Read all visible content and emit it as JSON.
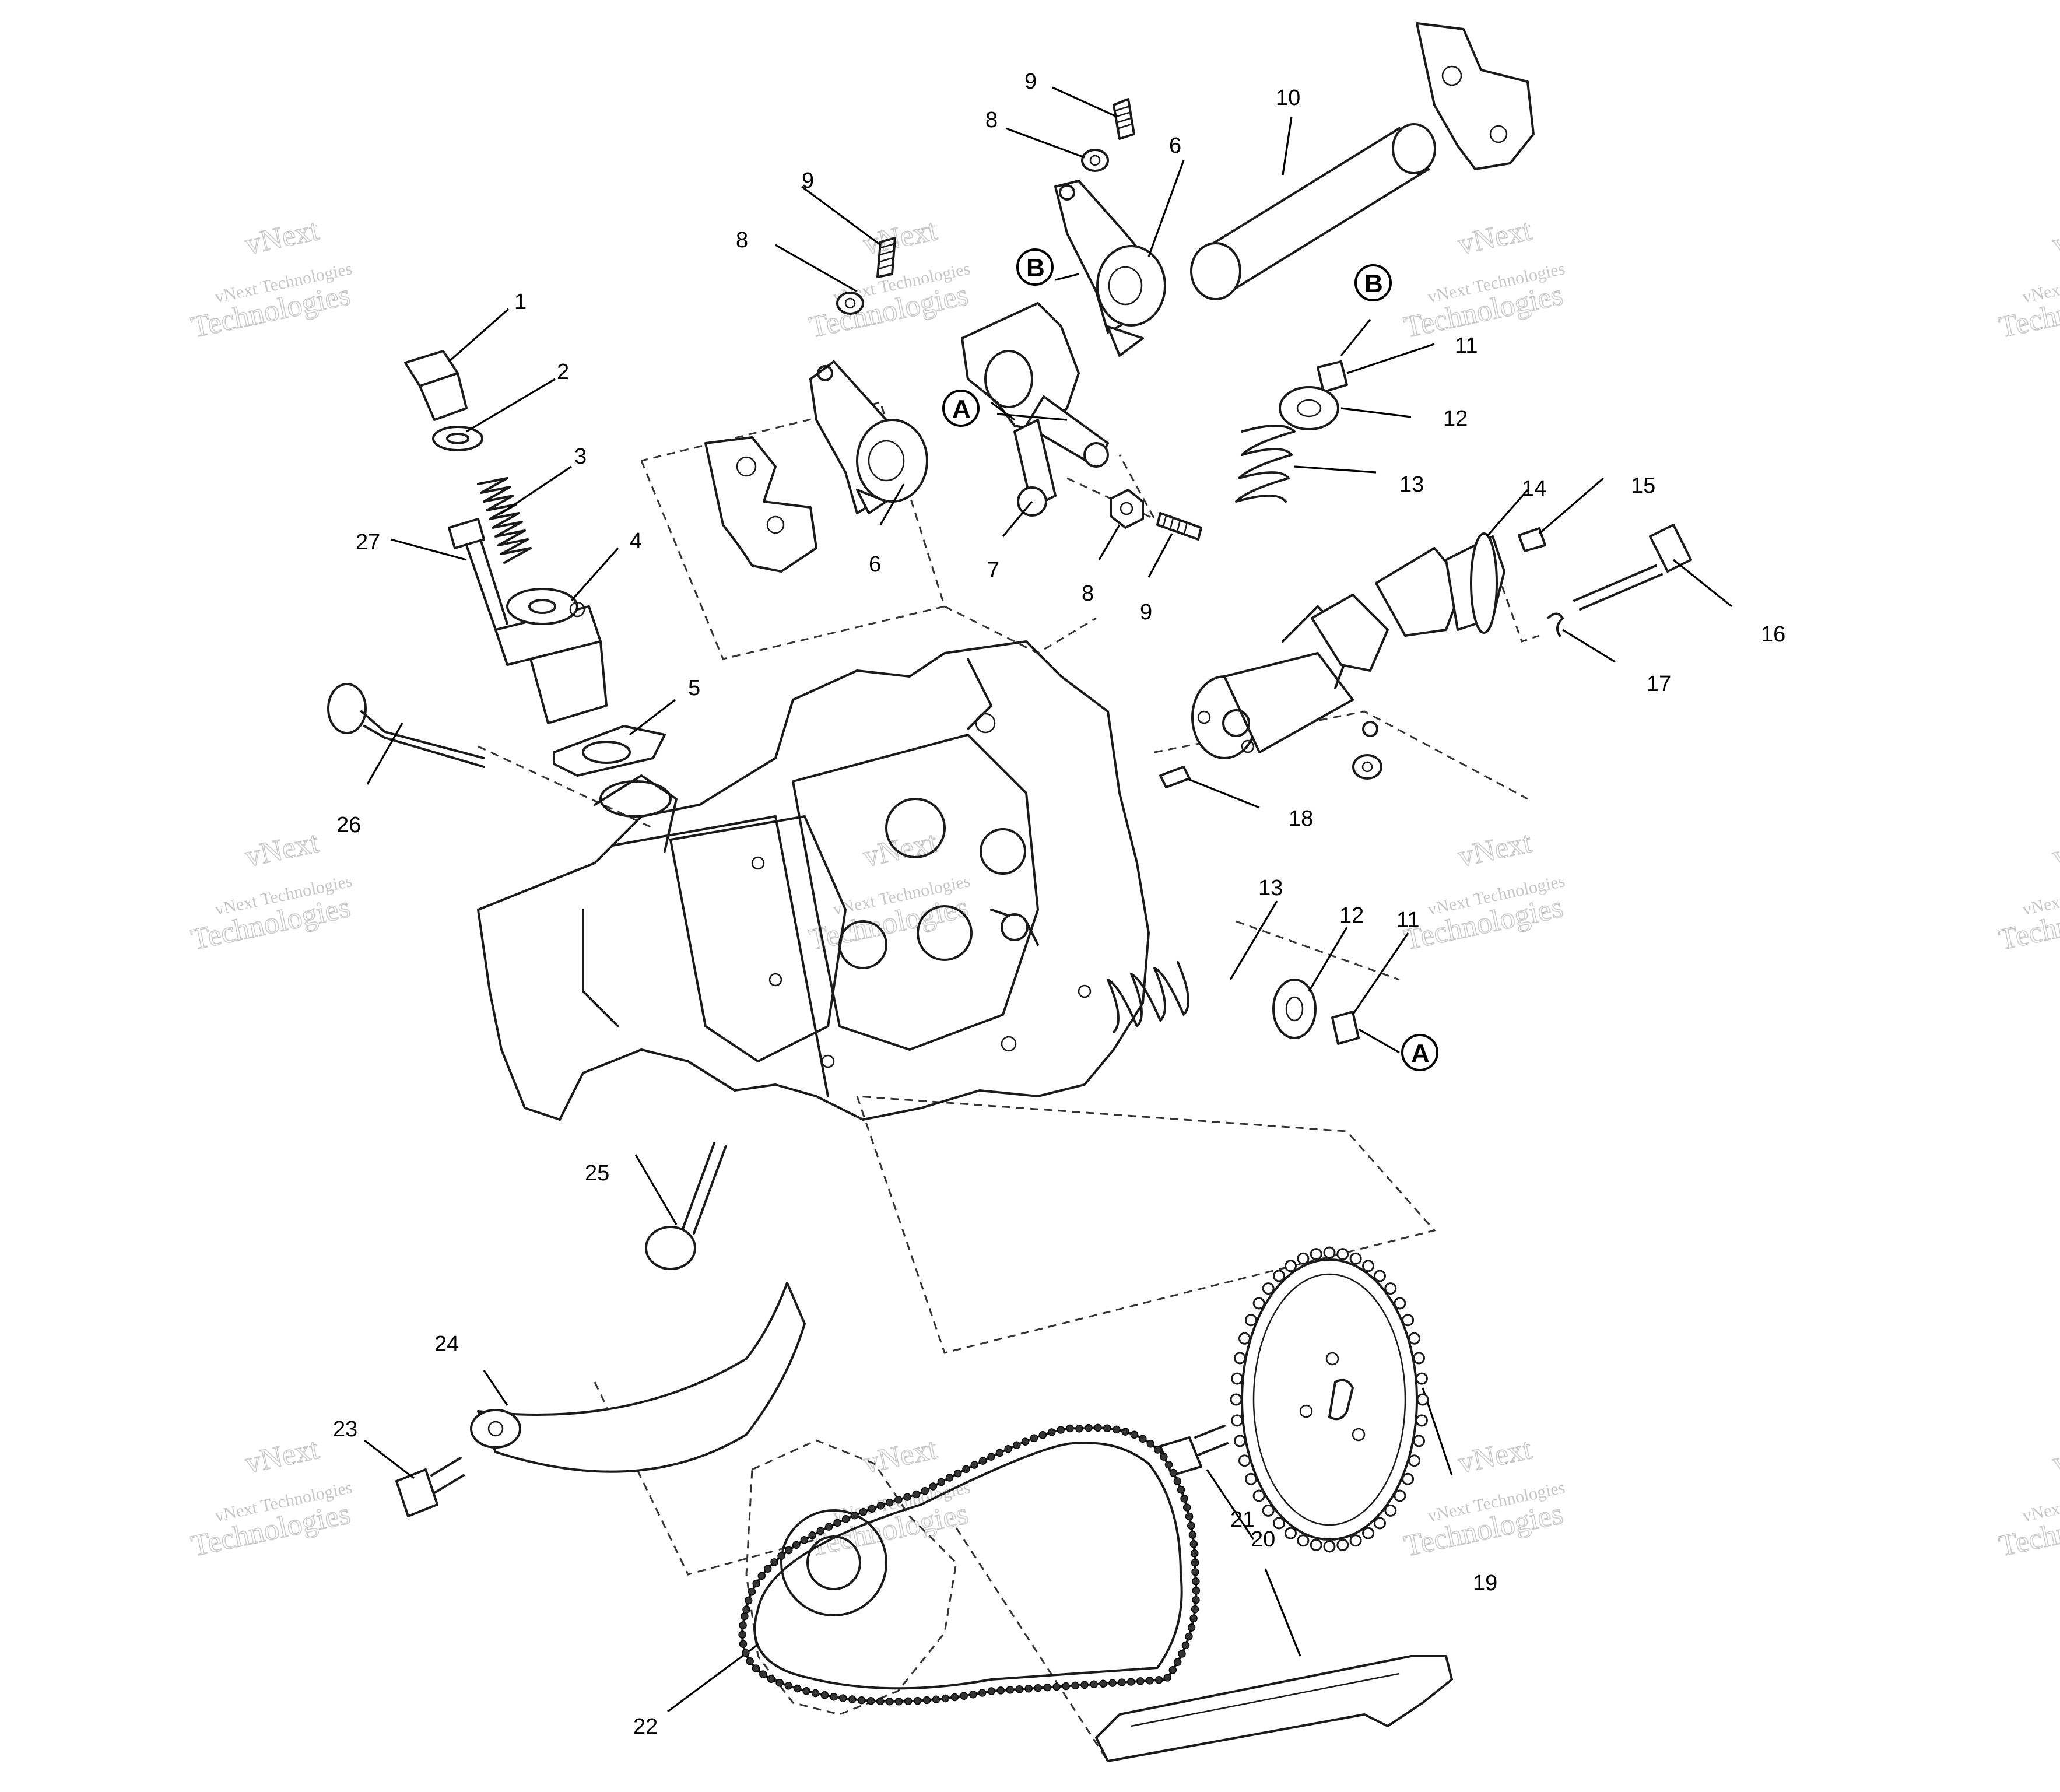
{
  "callouts": [
    "1",
    "2",
    "3",
    "4",
    "5",
    "6",
    "6",
    "7",
    "8",
    "8",
    "8",
    "9",
    "9",
    "9",
    "10",
    "11",
    "11",
    "12",
    "12",
    "13",
    "13",
    "14",
    "15",
    "16",
    "17",
    "18",
    "19",
    "20",
    "21",
    "22",
    "23",
    "24",
    "25",
    "26",
    "27"
  ],
  "references": {
    "a": "A",
    "b": "B"
  },
  "watermark": {
    "line1": "vNext Technologies",
    "line2": "vNext",
    "line3": "Technologies"
  }
}
